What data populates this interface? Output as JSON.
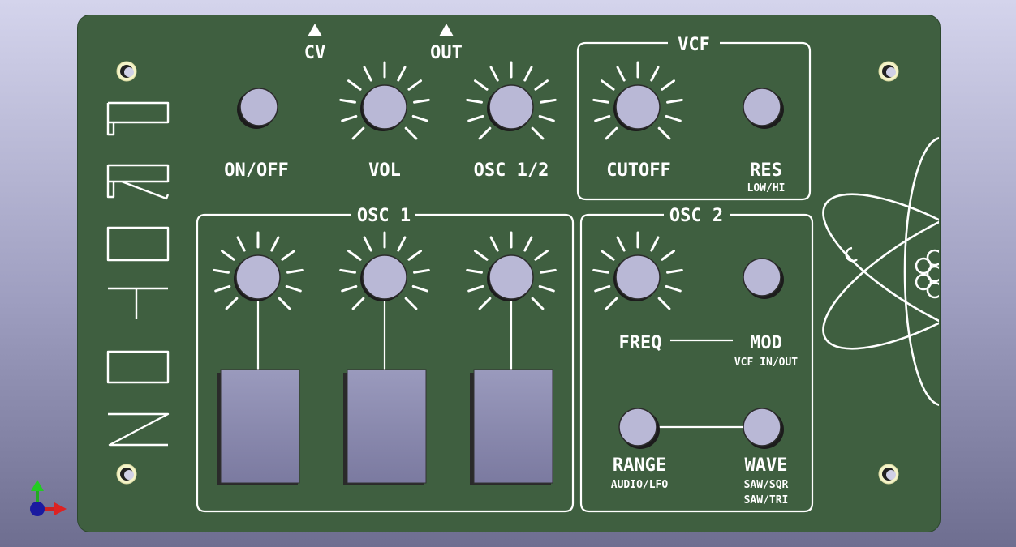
{
  "panel": {
    "brand_letters": [
      "P",
      "R",
      "O",
      "T",
      "O",
      "N"
    ],
    "jack_cv": "CV",
    "jack_out": "OUT",
    "controls_top": {
      "on_off": "ON/OFF",
      "vol": "VOL",
      "osc_mix": "OSC 1/2"
    },
    "vcf": {
      "title": "VCF",
      "cutoff": "CUTOFF",
      "res": "RES",
      "res_sub": "LOW/HI"
    },
    "osc1": {
      "title": "OSC 1"
    },
    "osc2": {
      "title": "OSC 2",
      "freq": "FREQ",
      "mod": "MOD",
      "mod_sub": "VCF IN/OUT",
      "range": "RANGE",
      "range_sub": "AUDIO/LFO",
      "wave": "WAVE",
      "wave_sub1": "SAW/SQR",
      "wave_sub2": "SAW/TRI"
    }
  },
  "colors": {
    "board": "#3f5f40",
    "knob_cap": "#b9b8d6",
    "slider_face": "#8a8aae",
    "silkscreen": "#ffffff",
    "mount_hole": "#f4f4c8"
  },
  "axes_gizmo": {
    "icons": [
      "axis-x-arrow-icon",
      "axis-y-arrow-icon",
      "axis-z-origin-icon"
    ]
  }
}
